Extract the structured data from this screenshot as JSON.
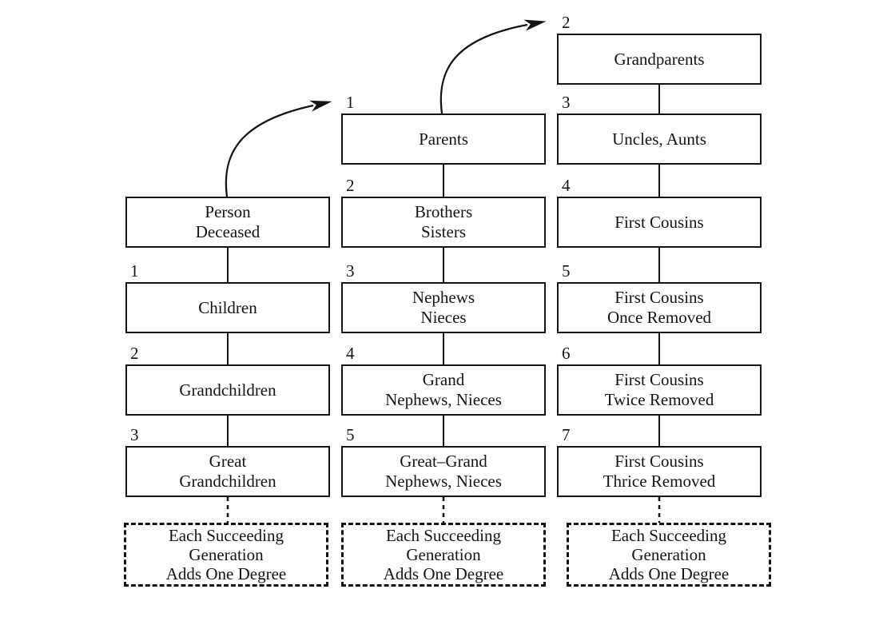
{
  "figure": {
    "description": "Degrees of kinship diagram",
    "line_color": "#141414",
    "background": "#ffffff",
    "columns": [
      {
        "name": "descendants",
        "boxes": [
          {
            "degree": "",
            "lines": [
              "Person",
              "Deceased"
            ]
          },
          {
            "degree": "1",
            "lines": [
              "Children"
            ]
          },
          {
            "degree": "2",
            "lines": [
              "Grandchildren"
            ]
          },
          {
            "degree": "3",
            "lines": [
              "Great",
              "Grandchildren"
            ]
          }
        ],
        "footer": {
          "lines": [
            "Each Succeeding",
            "Generation",
            "Adds One Degree"
          ]
        }
      },
      {
        "name": "siblings-line",
        "boxes": [
          {
            "degree": "1",
            "lines": [
              "Parents"
            ]
          },
          {
            "degree": "2",
            "lines": [
              "Brothers",
              "Sisters"
            ]
          },
          {
            "degree": "3",
            "lines": [
              "Nephews",
              "Nieces"
            ]
          },
          {
            "degree": "4",
            "lines": [
              "Grand",
              "Nephews, Nieces"
            ]
          },
          {
            "degree": "5",
            "lines": [
              "Great–Grand",
              "Nephews, Nieces"
            ]
          }
        ],
        "footer": {
          "lines": [
            "Each Succeeding",
            "Generation",
            "Adds One Degree"
          ]
        }
      },
      {
        "name": "cousins-line",
        "boxes": [
          {
            "degree": "2",
            "lines": [
              "Grandparents"
            ]
          },
          {
            "degree": "3",
            "lines": [
              "Uncles, Aunts"
            ]
          },
          {
            "degree": "4",
            "lines": [
              "First Cousins"
            ]
          },
          {
            "degree": "5",
            "lines": [
              "First Cousins",
              "Once Removed"
            ]
          },
          {
            "degree": "6",
            "lines": [
              "First Cousins",
              "Twice Removed"
            ]
          },
          {
            "degree": "7",
            "lines": [
              "First Cousins",
              "Thrice Removed"
            ]
          }
        ],
        "footer": {
          "lines": [
            "Each Succeeding",
            "Generation",
            "Adds One Degree"
          ]
        }
      }
    ]
  }
}
